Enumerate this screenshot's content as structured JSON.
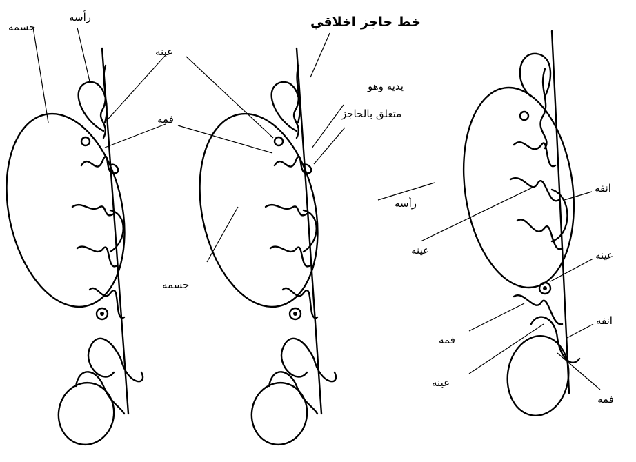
{
  "left_figure": {
    "body": "جسمه",
    "head": "رأسه",
    "eye": "عينه",
    "mouth": "فمه"
  },
  "middle_figure": {
    "line_label": "خط حاجز اخلاقي",
    "hands_label": "يديه وهو",
    "hands_label_2": "متعلق بالحاجز",
    "body": "جسمه"
  },
  "right_figure": {
    "head": "رأسه",
    "eye_upper": "عينه",
    "nose_upper": "انفه",
    "eye_mid": "عينه",
    "nose_lower": "انفه",
    "mouth_upper": "فمه",
    "eye_lower": "عينه",
    "mouth_lower": "فمه"
  }
}
